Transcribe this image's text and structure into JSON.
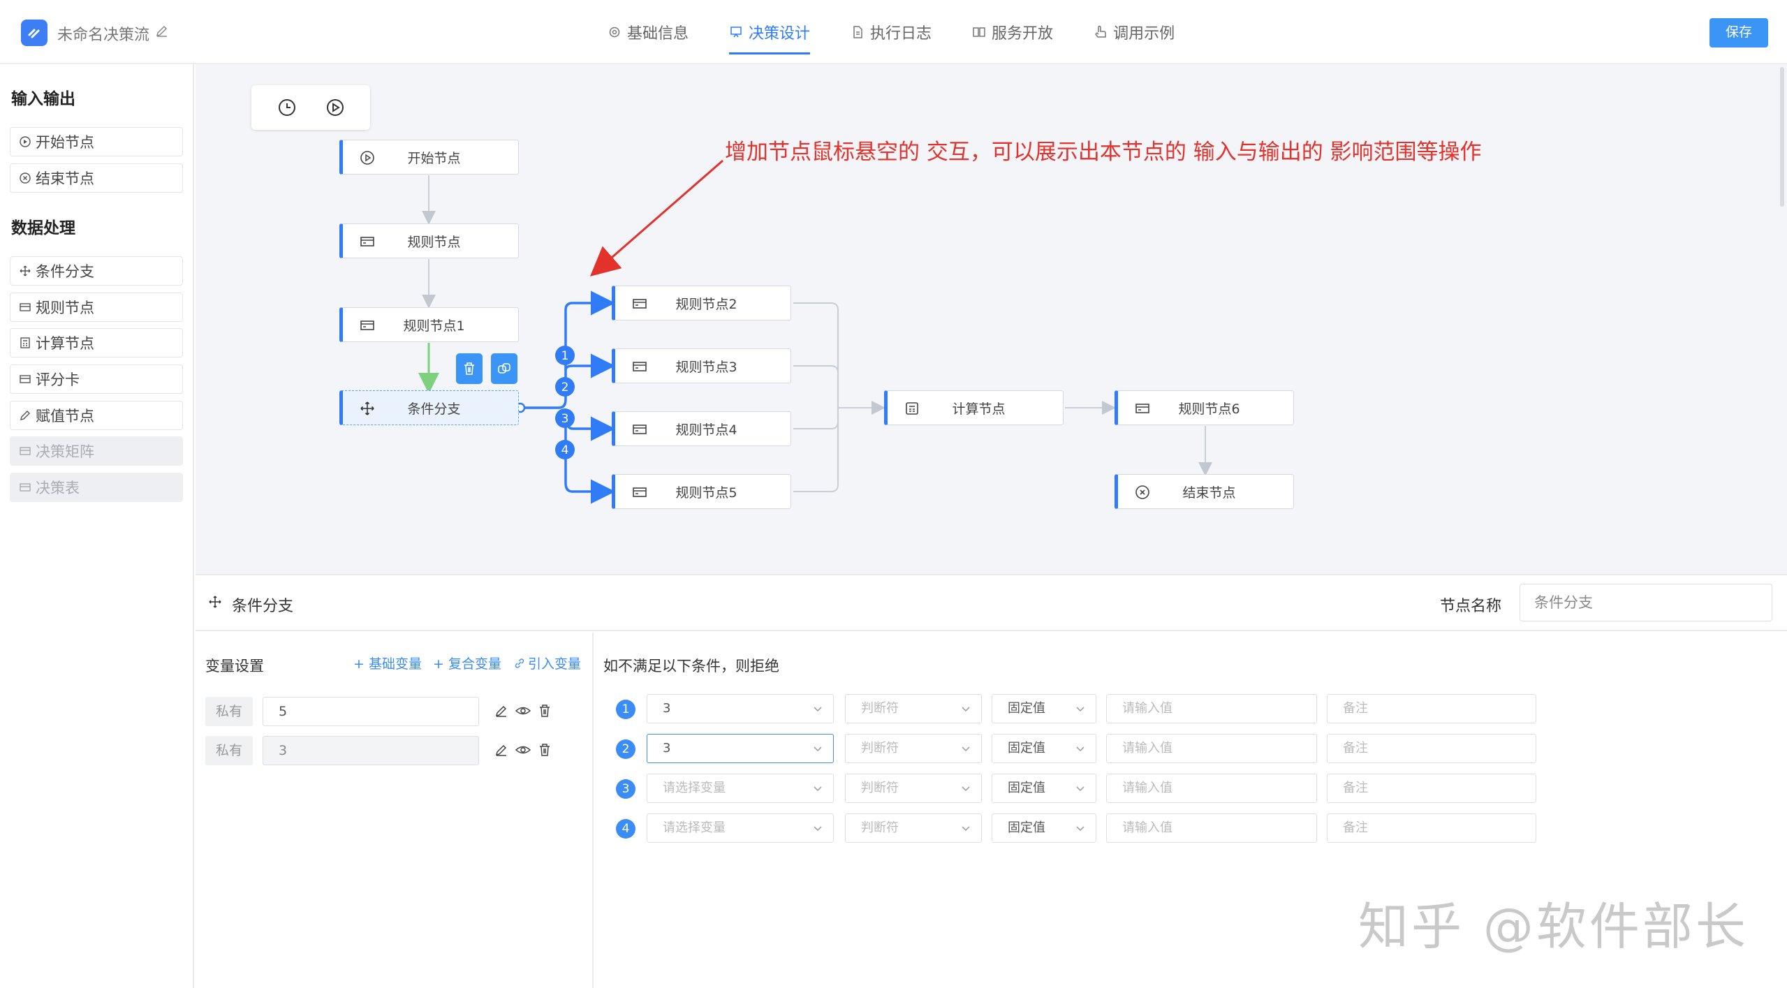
{
  "header": {
    "title": "未命名决策流",
    "tabs": [
      {
        "label": "基础信息",
        "icon": "gear-icon"
      },
      {
        "label": "决策设计",
        "icon": "design-icon",
        "active": true
      },
      {
        "label": "执行日志",
        "icon": "document-icon"
      },
      {
        "label": "服务开放",
        "icon": "book-icon"
      },
      {
        "label": "调用示例",
        "icon": "hand-icon"
      }
    ],
    "save_label": "保存"
  },
  "sidebar": {
    "sections": [
      {
        "title": "输入输出",
        "items": [
          {
            "label": "开始节点",
            "icon": "play-circle-icon"
          },
          {
            "label": "结束节点",
            "icon": "close-circle-icon"
          }
        ]
      },
      {
        "title": "数据处理",
        "items": [
          {
            "label": "条件分支",
            "icon": "move-icon"
          },
          {
            "label": "规则节点",
            "icon": "card-icon"
          },
          {
            "label": "计算节点",
            "icon": "calculator-icon"
          },
          {
            "label": "评分卡",
            "icon": "card-icon"
          },
          {
            "label": "赋值节点",
            "icon": "edit-icon"
          },
          {
            "label": "决策矩阵",
            "icon": "card-icon",
            "disabled": true
          },
          {
            "label": "决策表",
            "icon": "card-icon",
            "disabled": true
          }
        ]
      }
    ]
  },
  "canvas": {
    "annotation": "增加节点鼠标悬空的 交互，可以展示出本节点的 输入与输出的 影响范围等操作",
    "nodes": {
      "start": "开始节点",
      "rule": "规则节点",
      "rule1": "规则节点1",
      "branch": "条件分支",
      "rule2": "规则节点2",
      "rule3": "规则节点3",
      "rule4": "规则节点4",
      "rule5": "规则节点5",
      "calc": "计算节点",
      "rule6": "规则节点6",
      "end": "结束节点"
    },
    "branch_numbers": [
      "1",
      "2",
      "3",
      "4"
    ],
    "colors": {
      "accent": "#2f7cf6",
      "edge": "#c9ced6",
      "active_edge": "#2f7cf6",
      "green_edge": "#7ed07e",
      "annotation": "#e3322c"
    }
  },
  "panel": {
    "title": "条件分支",
    "name_label": "节点名称",
    "name_value": "条件分支",
    "vars": {
      "title": "变量设置",
      "links": [
        "+ 基础变量",
        "+ 复合变量",
        "引入变量"
      ],
      "rows": [
        {
          "tag": "私有",
          "value": "5"
        },
        {
          "tag": "私有",
          "value": "3"
        }
      ]
    },
    "conditions": {
      "title": "如不满足以下条件，则拒绝",
      "rows": [
        {
          "num": "1",
          "variable": "3",
          "operator": "判断符",
          "type": "固定值",
          "value": "请输入值",
          "note": "备注"
        },
        {
          "num": "2",
          "variable": "3",
          "operator": "判断符",
          "type": "固定值",
          "value": "请输入值",
          "note": "备注"
        },
        {
          "num": "3",
          "variable": "请选择变量",
          "operator": "判断符",
          "type": "固定值",
          "value": "请输入值",
          "note": "备注"
        },
        {
          "num": "4",
          "variable": "请选择变量",
          "operator": "判断符",
          "type": "固定值",
          "value": "请输入值",
          "note": "备注"
        }
      ]
    }
  },
  "watermark": "知乎 @软件部长"
}
